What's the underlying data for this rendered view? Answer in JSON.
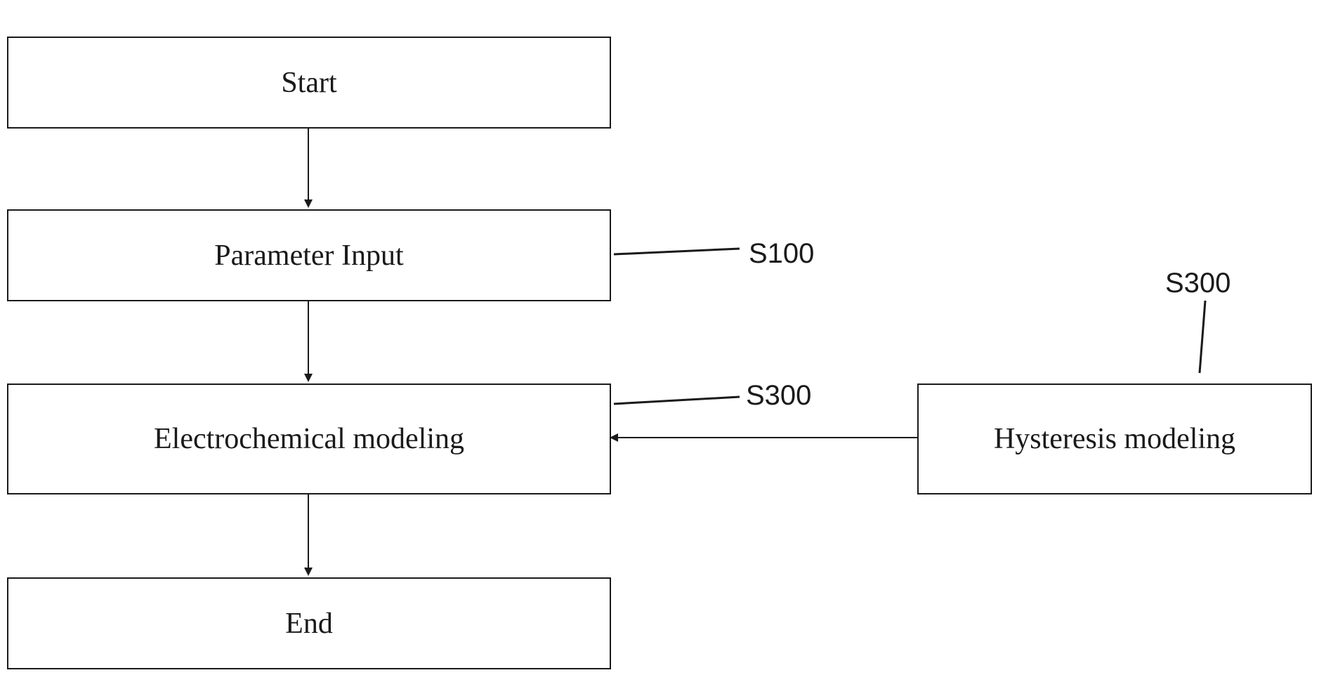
{
  "boxes": {
    "start": "Start",
    "parameter_input": "Parameter Input",
    "electrochemical": "Electrochemical modeling",
    "hysteresis": "Hysteresis modeling",
    "end": "End"
  },
  "refs": {
    "parameter_input": "S100",
    "electrochemical": "S300",
    "hysteresis": "S300"
  },
  "colors": {
    "stroke": "#1a1a1a",
    "background": "#ffffff"
  }
}
